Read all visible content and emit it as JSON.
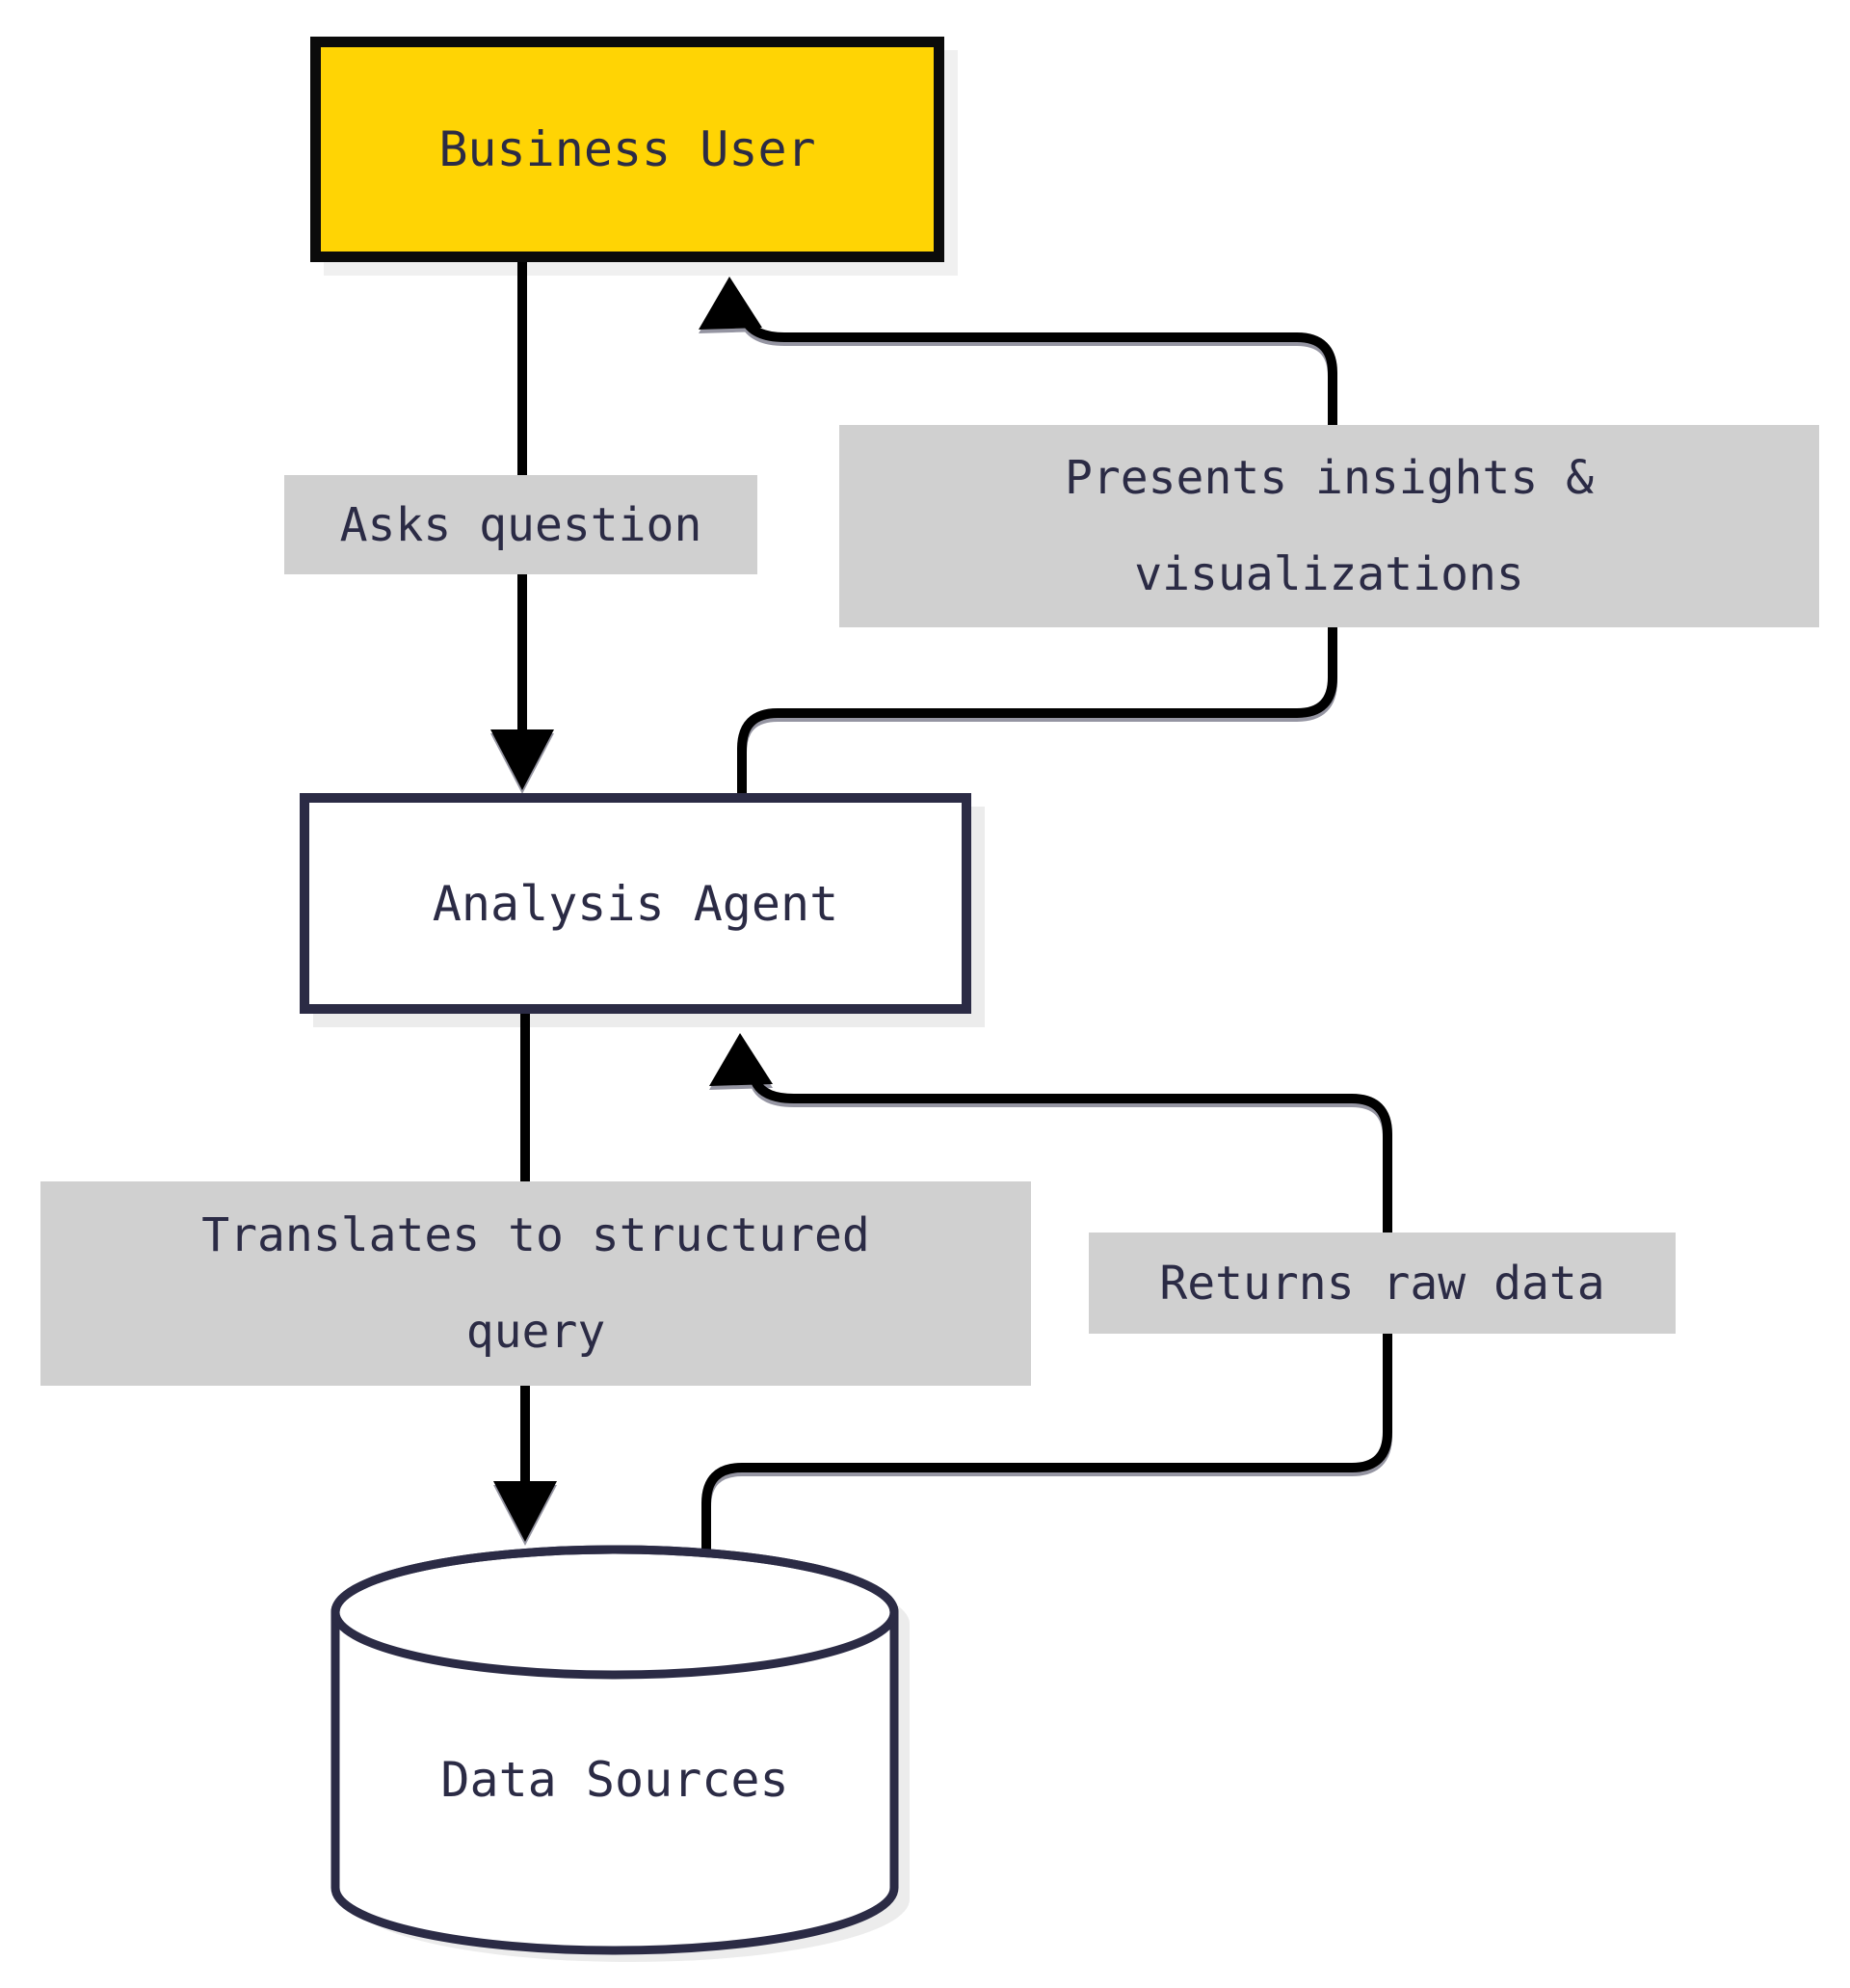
{
  "diagram": {
    "type": "flowchart",
    "background": "#FFFFFF",
    "nodes": [
      {
        "id": "business-user",
        "label": "Business User",
        "shape": "rectangle",
        "fill": "#FFD404",
        "border_color": "#0B0B0B"
      },
      {
        "id": "analysis-agent",
        "label": "Analysis Agent",
        "shape": "rectangle",
        "fill": "#FFFFFF",
        "border_color": "#2B2B45"
      },
      {
        "id": "data-sources",
        "label": "Data Sources",
        "shape": "cylinder",
        "fill": "#FFFFFF",
        "border_color": "#2B2B45"
      }
    ],
    "edges": [
      {
        "from": "Business User",
        "to": "Analysis Agent",
        "label": "Asks question",
        "label_lines": [
          "Asks question"
        ]
      },
      {
        "from": "Analysis Agent",
        "to": "Business User",
        "label": "Presents insights & visualizations",
        "label_lines": [
          "Presents insights &",
          "visualizations"
        ]
      },
      {
        "from": "Analysis Agent",
        "to": "Data Sources",
        "label": "Translates to structured query",
        "label_lines": [
          "Translates to structured",
          "query"
        ]
      },
      {
        "from": "Data Sources",
        "to": "Analysis Agent",
        "label": "Returns raw data",
        "label_lines": [
          "Returns raw data"
        ]
      }
    ],
    "colors": {
      "node_yellow": "#FFD404",
      "node_border_black": "#0B0B0B",
      "node_border_navy": "#2B2B45",
      "edge_line": "#000000",
      "edge_label_bg": "#D0D0D0",
      "text": "#2B2B45",
      "shadow": "#EDEDED"
    }
  }
}
